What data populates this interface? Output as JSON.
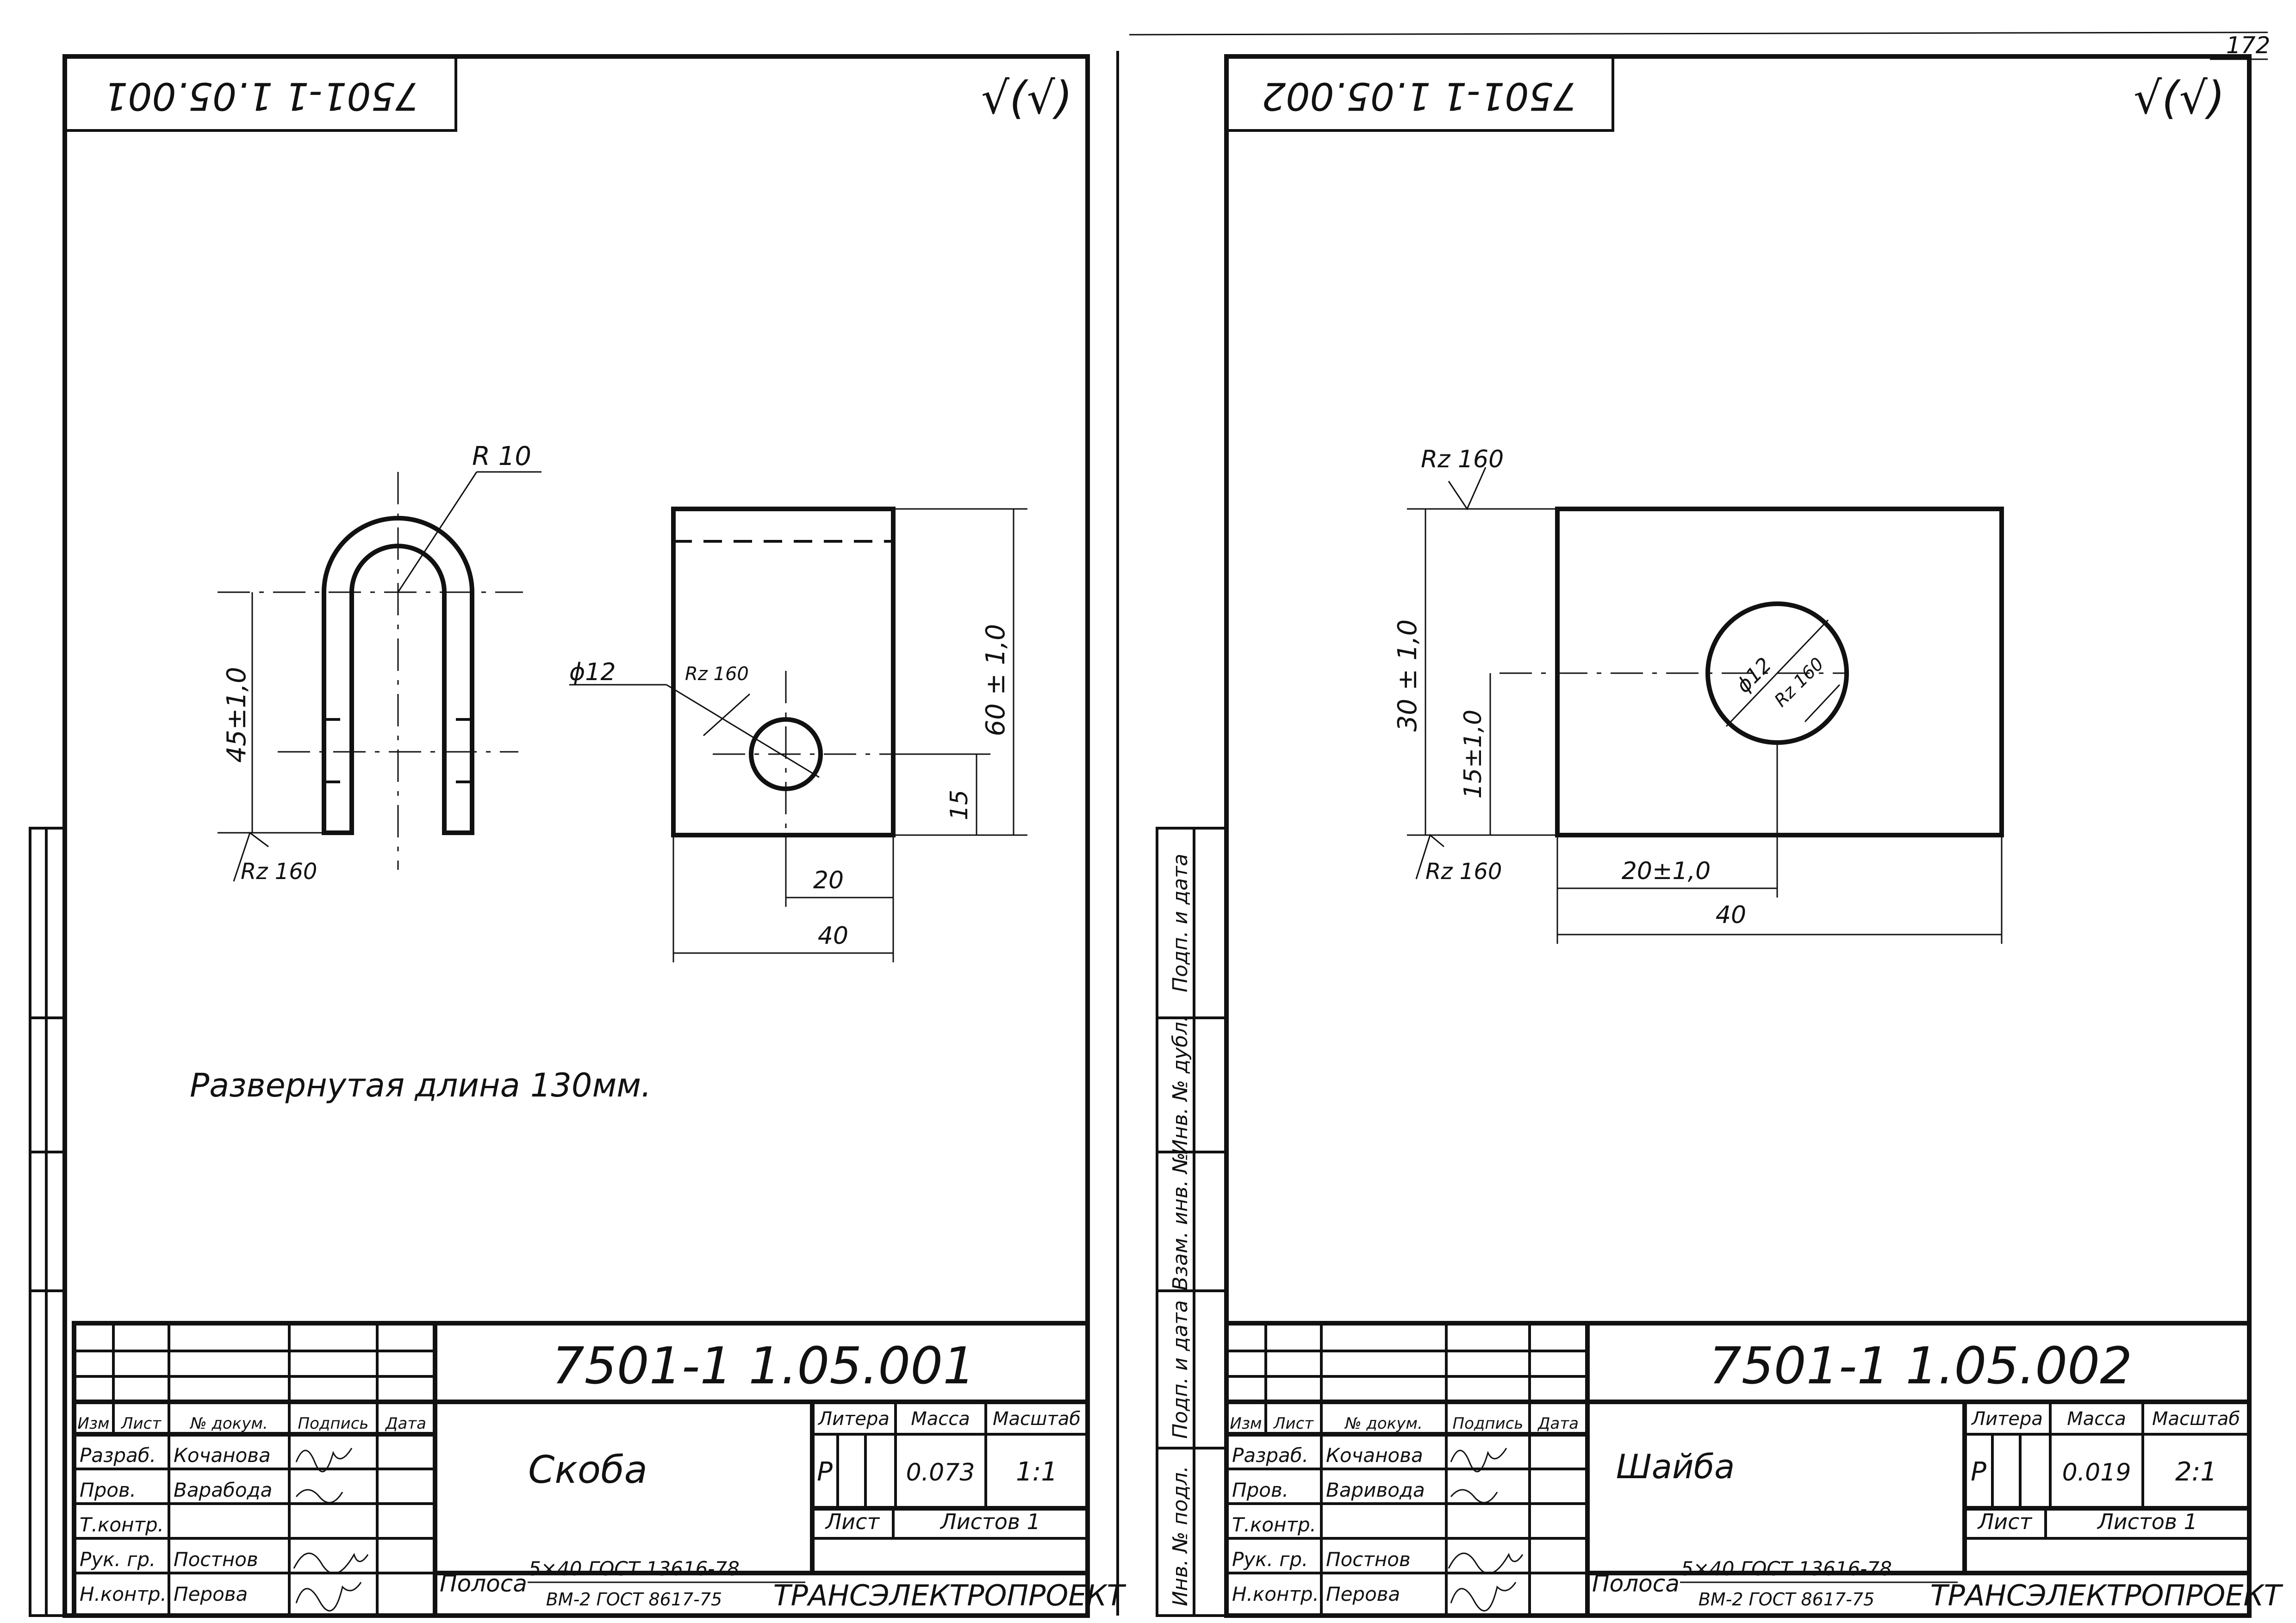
{
  "page_number": "172",
  "side_stamp_labels": [
    "Инв. № подл.",
    "Подп. и дата",
    "Взам. инв. №",
    "Инв. № дубл.",
    "Подп. и дата"
  ],
  "sheets": [
    {
      "code_mirrored": "7501-1 1.05.001",
      "roughness_corner": "√(√)",
      "title_code": "7501-1  1.05.001",
      "part_name": "Скоба",
      "material_label": "Полоса",
      "material_line1": "5×40 ГОСТ 13616-78",
      "material_line2": "ВМ-2 ГОСТ 8617-75",
      "company": "ТРАНСЭЛЕКТРОПРОЕКТ",
      "litera_label": "Литера",
      "mass_label": "Масса",
      "scale_label": "Масштаб",
      "litera": "Р",
      "mass": "0.073",
      "scale": "1:1",
      "sheet_label": "Лист",
      "sheets_label": "Листов 1",
      "headers": [
        "Изм",
        "Лист",
        "№ докум.",
        "Подпись",
        "Дата"
      ],
      "roles": [
        "Разраб.",
        "Пров.",
        "Т.контр.",
        "Рук. гр.",
        "Н.контр."
      ],
      "names": [
        "Кочанова",
        "Варабода",
        "",
        "Постнов",
        "Перова"
      ],
      "note": "Развернутая длина 130мм.",
      "dims": {
        "radius": "R 10",
        "height_u": "45±1,0",
        "rough_u": "Rz 160",
        "hole": "ϕ12",
        "rough_hole": "Rz 160",
        "height_plate": "60 ± 1,0",
        "hole_y": "15",
        "hole_x": "20",
        "width": "40"
      }
    },
    {
      "code_mirrored": "7501-1 1.05.002",
      "roughness_corner": "√(√)",
      "title_code": "7501-1  1.05.002",
      "part_name": "Шайба",
      "material_label": "Полоса",
      "material_line1": "5×40 ГОСТ 13616-78",
      "material_line2": "ВМ-2 ГОСТ 8617-75",
      "company": "ТРАНСЭЛЕКТРОПРОЕКТ",
      "litera_label": "Литера",
      "mass_label": "Масса",
      "scale_label": "Масштаб",
      "litera": "Р",
      "mass": "0.019",
      "scale": "2:1",
      "sheet_label": "Лист",
      "sheets_label": "Листов 1",
      "headers": [
        "Изм",
        "Лист",
        "№ докум.",
        "Подпись",
        "Дата"
      ],
      "roles": [
        "Разраб.",
        "Пров.",
        "Т.контр.",
        "Рук. гр.",
        "Н.контр."
      ],
      "names": [
        "Кочанова",
        "Варивода",
        "",
        "Постнов",
        "Перова"
      ],
      "dims": {
        "rough_top": "Rz 160",
        "height": "30 ± 1,0",
        "hole_y": "15±1,0",
        "rough_bottom": "Rz 160",
        "hole": "ϕ12",
        "rough_hole": "Rz 160",
        "hole_x": "20±1,0",
        "width": "40"
      }
    }
  ]
}
